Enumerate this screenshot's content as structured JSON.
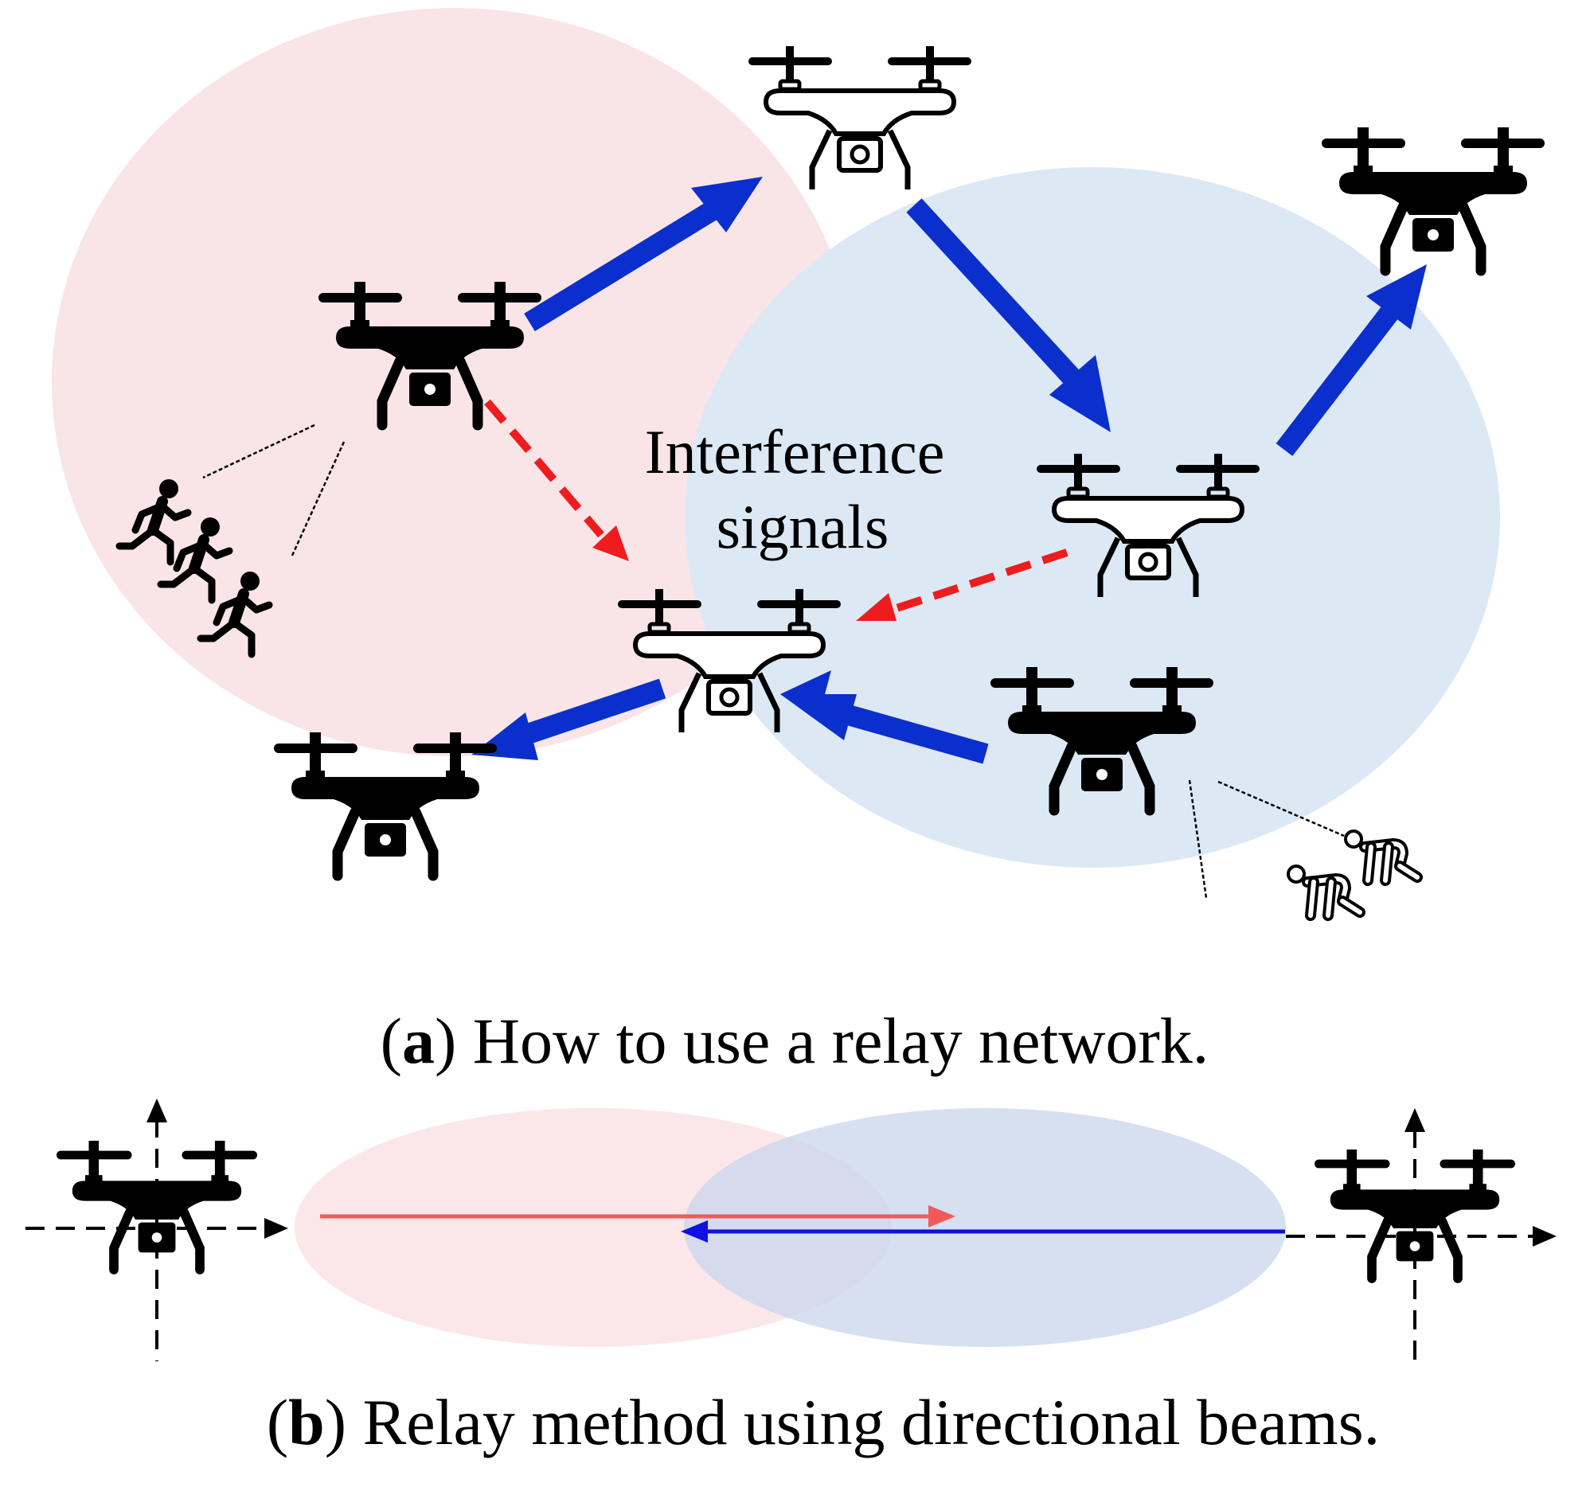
{
  "labels": {
    "interference_line1": "Interference",
    "interference_line2": "signals"
  },
  "captions": {
    "a": {
      "letter": "a",
      "text": "How to use a relay network."
    },
    "b": {
      "letter": "b",
      "text": "Relay method using directional beams."
    }
  },
  "icons": {
    "drone_filled": "drone-icon",
    "drone_outline": "drone-outline-icon",
    "people_running": "running-people-icon",
    "people_fallen": "fallen-people-icon"
  },
  "colors": {
    "coverage_a": "#f9e4e8",
    "coverage_b": "#dde8f5",
    "link_arrow": "#0b2fcc",
    "interference_arrow": "#ee1c1c",
    "beam_a_fill": "#fbe7ea",
    "beam_b_fill": "#d9e2f2",
    "beam_a_line": "#f25a5a",
    "beam_b_line": "#1010e0"
  }
}
